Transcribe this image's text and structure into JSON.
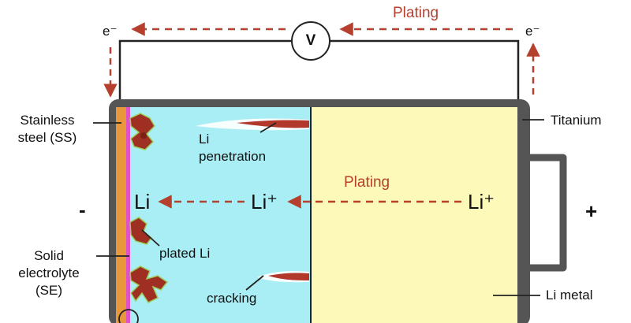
{
  "top_arrow": {
    "label": "Plating"
  },
  "electron_left": {
    "label": "e⁻"
  },
  "electron_right": {
    "label": "e⁻"
  },
  "voltmeter": {
    "label": "V"
  },
  "left_labels": {
    "stainless_steel": [
      "Stainless",
      "steel (SS)"
    ],
    "solid_electrolyte": [
      "Solid",
      "electrolyte",
      "(SE)"
    ],
    "negative_sign": "-"
  },
  "right_labels": {
    "titanium": "Titanium",
    "li_metal": "Li metal",
    "positive_sign": "+"
  },
  "inner_labels": {
    "li_penetration": [
      "Li",
      "penetration"
    ],
    "plated_li": "plated Li",
    "cracking": "cracking",
    "inner_plating": "Plating",
    "li_anode": "Li",
    "li_ion_mid": "Li⁺",
    "li_ion_right": "Li⁺"
  },
  "colors": {
    "electrolyte": "#a9eef5",
    "li_metal": "#fdf9b8",
    "casing": "#555555",
    "steel": "#e8973a",
    "interface": "#e052c8",
    "plated_li": "#9e2f22",
    "dendrite": "#b2382c",
    "arrow": "#b5402e",
    "crystal_edge": "#9ccc5a"
  }
}
